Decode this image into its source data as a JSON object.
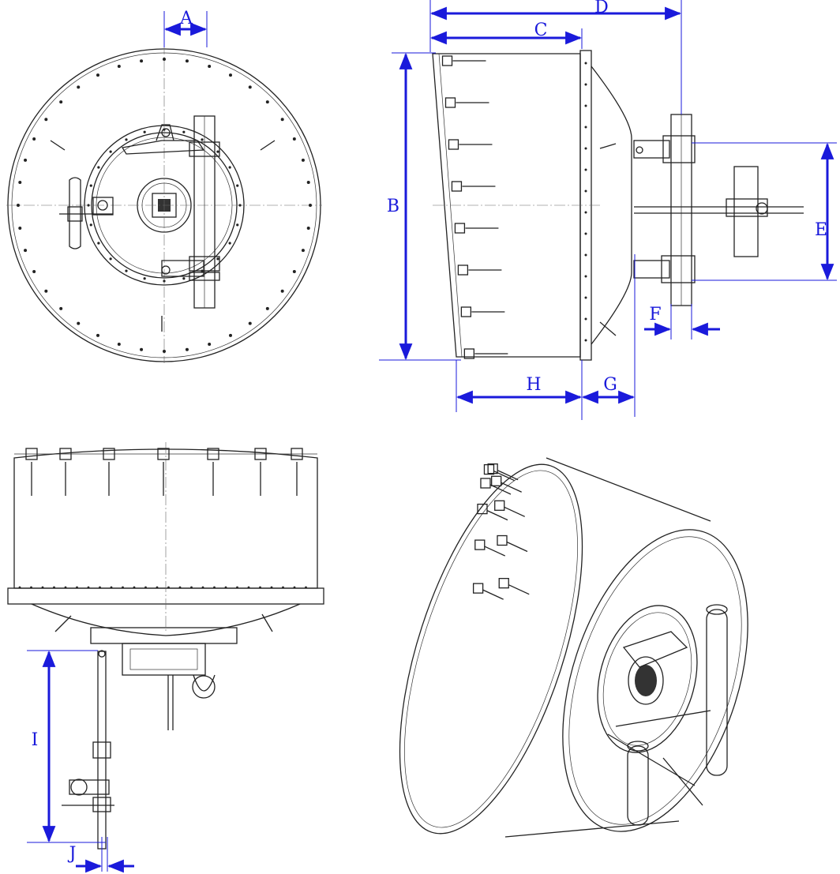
{
  "colors": {
    "dimension": "#1a1adb",
    "line": "#222222",
    "background": "#ffffff"
  },
  "dimension_labels": {
    "A": "A",
    "B": "B",
    "C": "C",
    "D": "D",
    "E": "E",
    "F": "F",
    "G": "G",
    "H": "H",
    "I": "I",
    "J": "J"
  }
}
